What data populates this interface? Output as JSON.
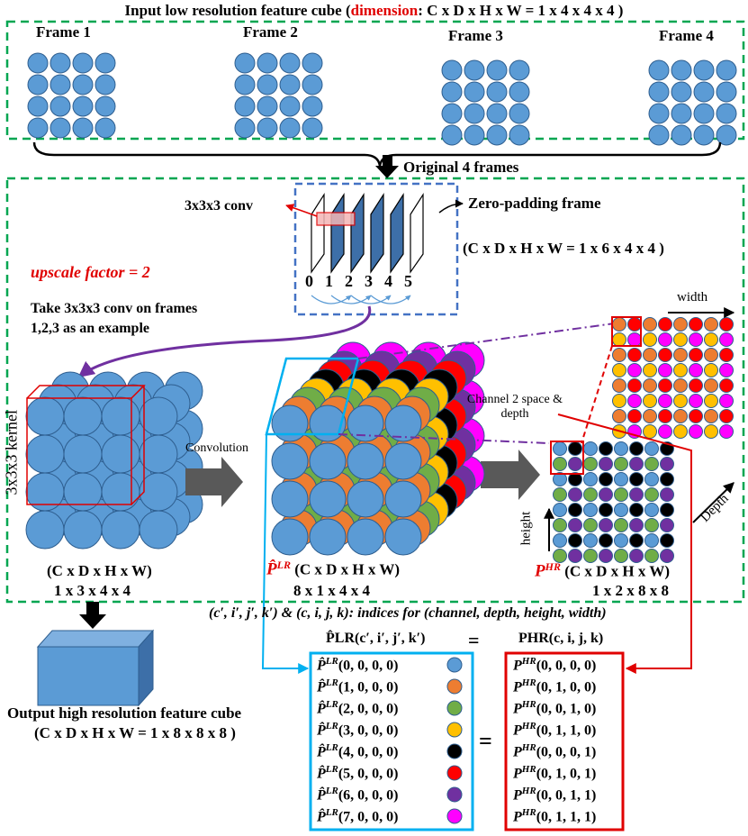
{
  "top": {
    "title_prefix": "Input low resolution feature cube (",
    "title_key": "dimension",
    "title_suffix": ": C x D x H x W = 1 x 4 x 4 x 4 )",
    "frames": [
      "Frame 1",
      "Frame 2",
      "Frame 3",
      "Frame 4"
    ]
  },
  "original_frames": "Original 4 frames",
  "conv_panel": {
    "conv_label": "3x3x3 conv",
    "zero_padding_label": "Zero-padding frame",
    "padded_dim": "(C x D x H x W = 1 x 6 x 4 x 4 )",
    "frame_indices": [
      "0",
      "1",
      "2",
      "3",
      "4",
      "5"
    ],
    "upscale": "upscale factor = 2",
    "example_line1": "Take 3x3x3 conv on frames",
    "example_line2": "1,2,3 as an example"
  },
  "kernel_cube": {
    "side_label": "3x3x3 kernel",
    "dim": "(C x D x H x W)",
    "shape": "1 x 3 x 4 x 4"
  },
  "convolution_label": "Convolution",
  "lr_cube": {
    "symbol": "P̂",
    "sup": "LR",
    "dim": "(C x D x H x W)",
    "shape": "8 x 1 x 4 x 4"
  },
  "channel_note": "Channel 2 space & depth",
  "hr_cube": {
    "symbol": "P",
    "sup": "HR",
    "dim": "(C x D x H x W)",
    "shape": "1 x 2 x 8 x 8",
    "width_label": "width",
    "height_label": "height",
    "depth_label": "Depth"
  },
  "indices_note": "(c′, i′, j′, k′) & (c, i, j, k):  indices for (channel, depth, height, width)",
  "output": {
    "line1": "Output high resolution feature cube",
    "line2": "(C x D x H x W = 1 x 8 x 8 x 8 )"
  },
  "mapping": {
    "lr_header": "P̂LR(c′, i′, j′, k′)",
    "hr_header": "PHR(c, i, j, k)",
    "eq": "=",
    "lr_rows": [
      "(0, 0, 0, 0)",
      "(1, 0, 0, 0)",
      "(2, 0, 0, 0)",
      "(3, 0, 0, 0)",
      "(4, 0, 0, 0)",
      "(5, 0, 0, 0)",
      "(6, 0, 0, 0)",
      "(7, 0, 0, 0)"
    ],
    "hr_rows": [
      "(0, 0, 0, 0)",
      "(0, 1, 0, 0)",
      "(0, 0, 1, 0)",
      "(0, 1, 1, 0)",
      "(0, 0, 0, 1)",
      "(0, 1, 0, 1)",
      "(0, 0, 1, 1)",
      "(0, 1, 1, 1)"
    ],
    "colors": [
      "#5b9bd5",
      "#ed7d31",
      "#70ad47",
      "#ffc000",
      "#000000",
      "#ff0000",
      "#7030a0",
      "#ff00ff"
    ]
  },
  "palette": {
    "blue": "#5b9bd5",
    "green_dash": "#00a651",
    "red": "#ff0000",
    "cyan": "#00b0f0",
    "purple": "#7030a0",
    "panel_blue": "#4472c4"
  }
}
